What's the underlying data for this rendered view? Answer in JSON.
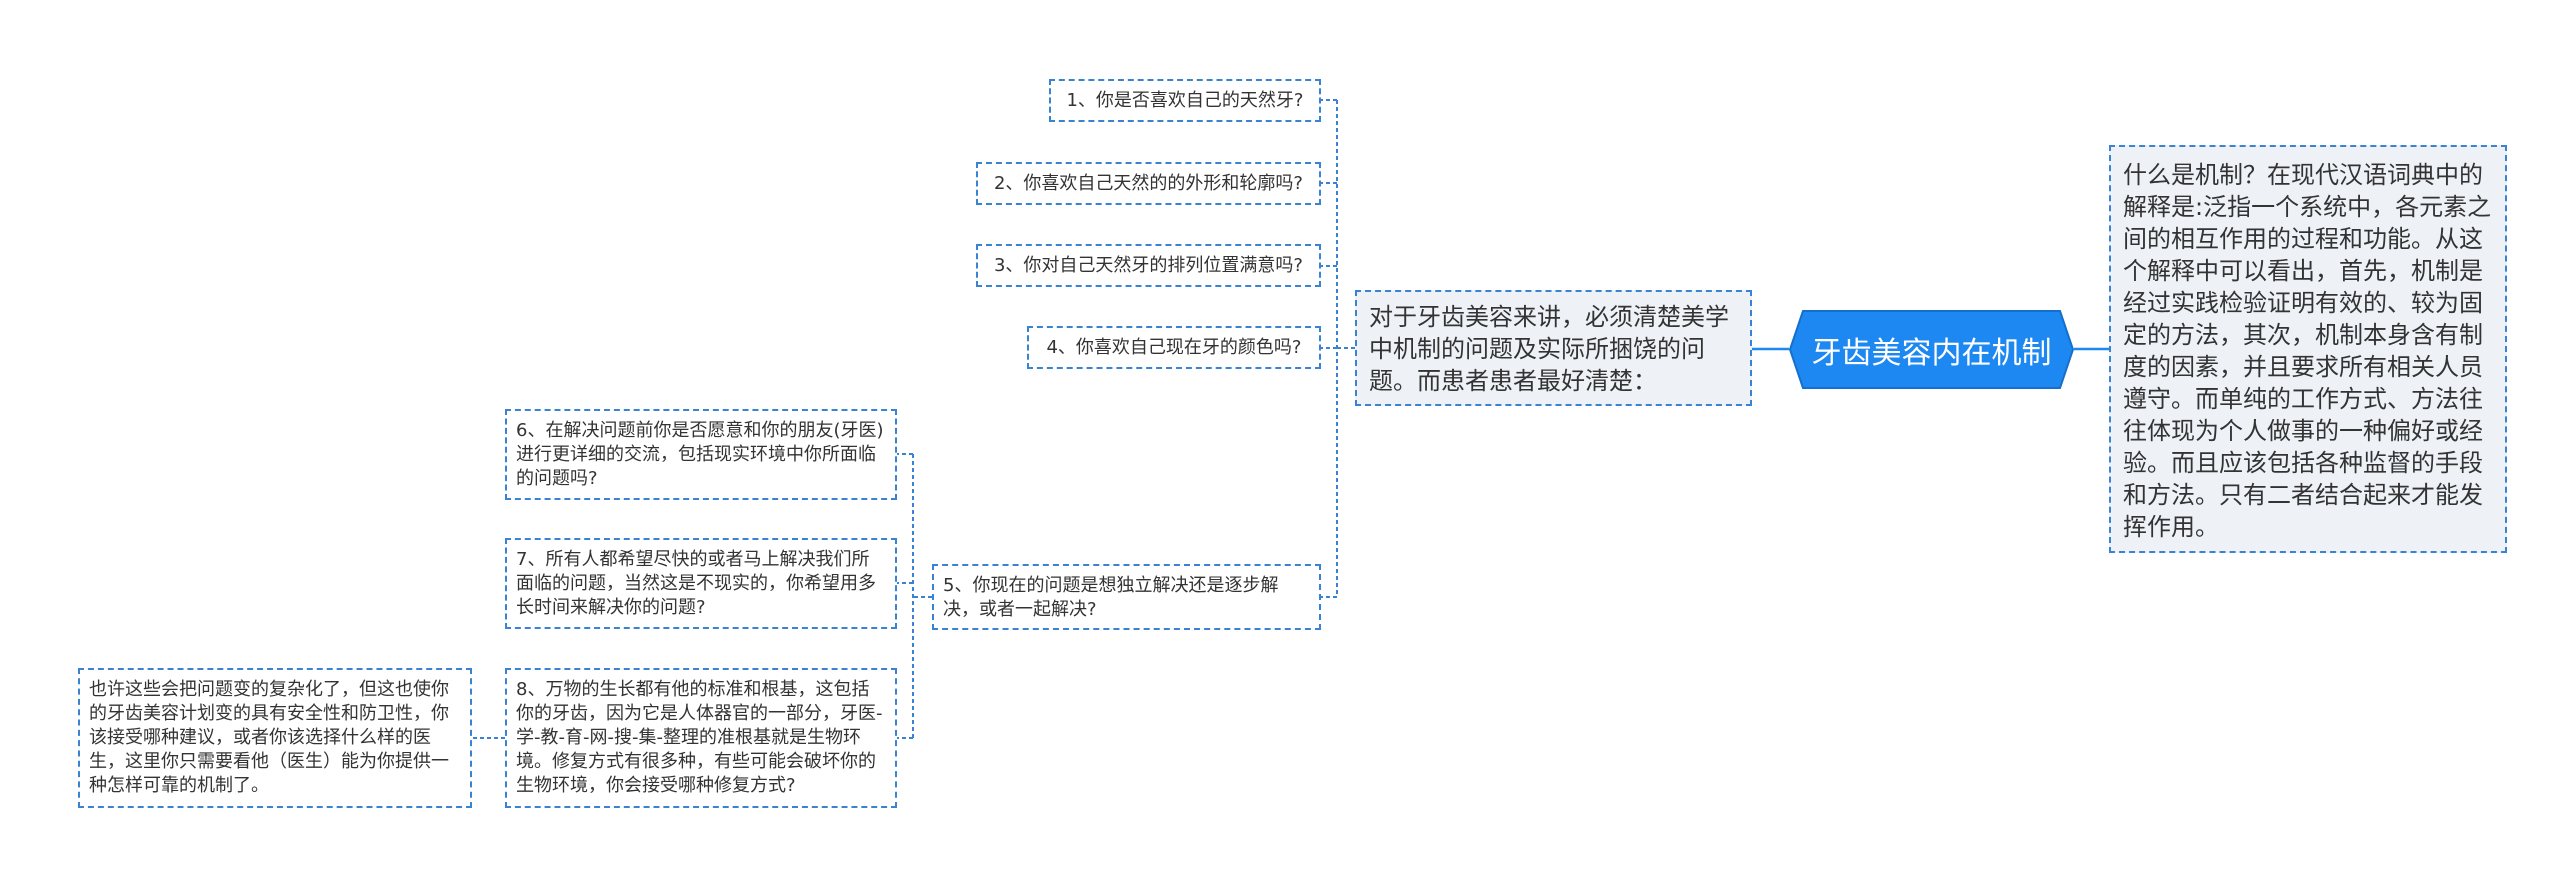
{
  "central": {
    "title": "牙齿美容内在机制"
  },
  "definition": {
    "text": "什么是机制？在现代汉语词典中的解释是:泛指一个系统中，各元素之间的相互作用的过程和功能。从这个解释中可以看出，首先，机制是经过实践检验证明有效的、较为固定的方法，其次，机制本身含有制度的因素，并且要求所有相关人员遵守。而单纯的工作方式、方法往往体现为个人做事的一种偏好或经验。而且应该包括各种监督的手段和方法。只有二者结合起来才能发挥作用。"
  },
  "intro": {
    "text": "对于牙齿美容来讲，必须清楚美学中机制的问题及实际所捆饶的问题。而患者患者最好清楚："
  },
  "questions": [
    {
      "text": "1、你是否喜欢自己的天然牙?"
    },
    {
      "text": "2、你喜欢自己天然的的外形和轮廓吗?"
    },
    {
      "text": "3、你对自己天然牙的排列位置满意吗?"
    },
    {
      "text": "4、你喜欢自己现在牙的颜色吗?"
    },
    {
      "text": "5、你现在的问题是想独立解决还是逐步解决，或者一起解决?"
    }
  ],
  "subquestions": [
    {
      "text": "6、在解决问题前你是否愿意和你的朋友(牙医)进行更详细的交流，包括现实环境中你所面临的问题吗?"
    },
    {
      "text": "7、所有人都希望尽快的或者马上解决我们所面临的问题，当然这是不现实的，你希望用多长时间来解决你的问题?"
    },
    {
      "text": "8、万物的生长都有他的标准和根基，这包括你的牙齿，因为它是人体器官的一部分，牙医-学-教-育-网-搜-集-整理的准根基就是生物环境。修复方式有很多种，有些可能会破坏你的生物环境，你会接受哪种修复方式?"
    }
  ],
  "note": {
    "text": "也许这些会把问题变的复杂化了，但这也使你的牙齿美容计划变的具有安全性和防卫性，你该接受哪种建议，或者你该选择什么样的医生，这里你只需要看他（医生）能为你提供一种怎样可靠的机制了。"
  },
  "colors": {
    "central_fill": "#1e88f2",
    "central_stroke": "#1470cc",
    "connector": "#3a82d2",
    "box_fill": "#eef2f7",
    "text": "#333333"
  }
}
